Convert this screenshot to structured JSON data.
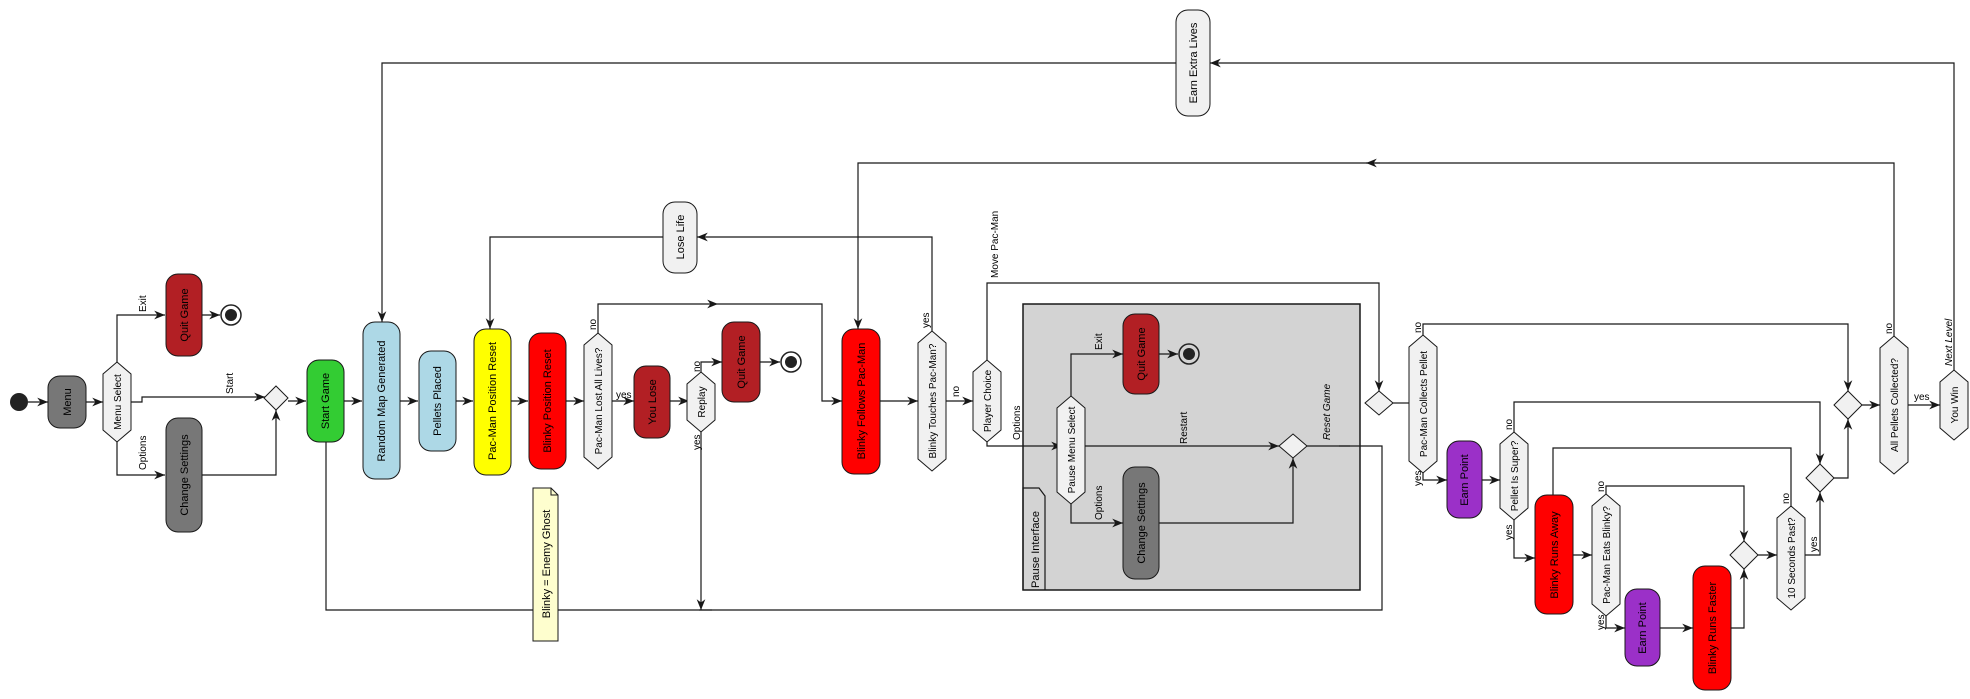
{
  "colors": {
    "gray": "#777777",
    "dark_red": "#b21f24",
    "green": "#33cc33",
    "light_blue": "#add8e6",
    "yellow": "#ffff00",
    "red": "#ff0000",
    "purple": "#9b30c8",
    "white_box": "#f1f1f1",
    "note": "#fefece",
    "partition": "#d3d3d3"
  },
  "nodes": {
    "menu": "Menu",
    "quit_game_1": "Quit Game",
    "change_settings_1": "Change Settings",
    "start_game": "Start Game",
    "random_map": "Random Map Generated",
    "pellets_placed": "Pellets Placed",
    "pacman_reset": "Pac-Man Position Reset",
    "blinky_reset": "Blinky Position Reset",
    "you_lose": "You Lose",
    "quit_game_2": "Quit Game",
    "lose_life": "Lose Life",
    "blinky_follows": "Blinky Follows Pac-Man",
    "earn_extra_lives": "Earn Extra Lives",
    "quit_game_3": "Quit Game",
    "change_settings_2": "Change Settings",
    "earn_point_1": "Earn Point",
    "blinky_runs_away": "Blinky Runs Away",
    "earn_point_2": "Earn Point",
    "blinky_runs_faster": "Blinky Runs Faster",
    "you_win": "You Win"
  },
  "decisions": {
    "menu_select": "Menu Select",
    "lost_all_lives": "Pac-Man Lost All Lives?",
    "replay": "Replay",
    "blinky_touches": "Blinky Touches Pac-Man?",
    "player_choice": "Player Choice",
    "pause_menu_select": "Pause Menu Select",
    "collects_pellet": "Pac-Man Collects Pellet",
    "pellet_super": "Pellet Is Super?",
    "eats_blinky": "Pac-Man Eats Blinky?",
    "ten_seconds": "10 Seconds Past?",
    "all_pellets": "All Pellets Collected?"
  },
  "edge_labels": {
    "exit": "Exit",
    "start": "Start",
    "options": "Options",
    "no": "no",
    "yes": "yes",
    "move_pacman": "Move Pac-Man",
    "restart": "Restart",
    "reset_game": "Reset Game",
    "next_level": "Next Level"
  },
  "partition_title": "Pause Interface",
  "note": "Blinky = Enemy Ghost"
}
